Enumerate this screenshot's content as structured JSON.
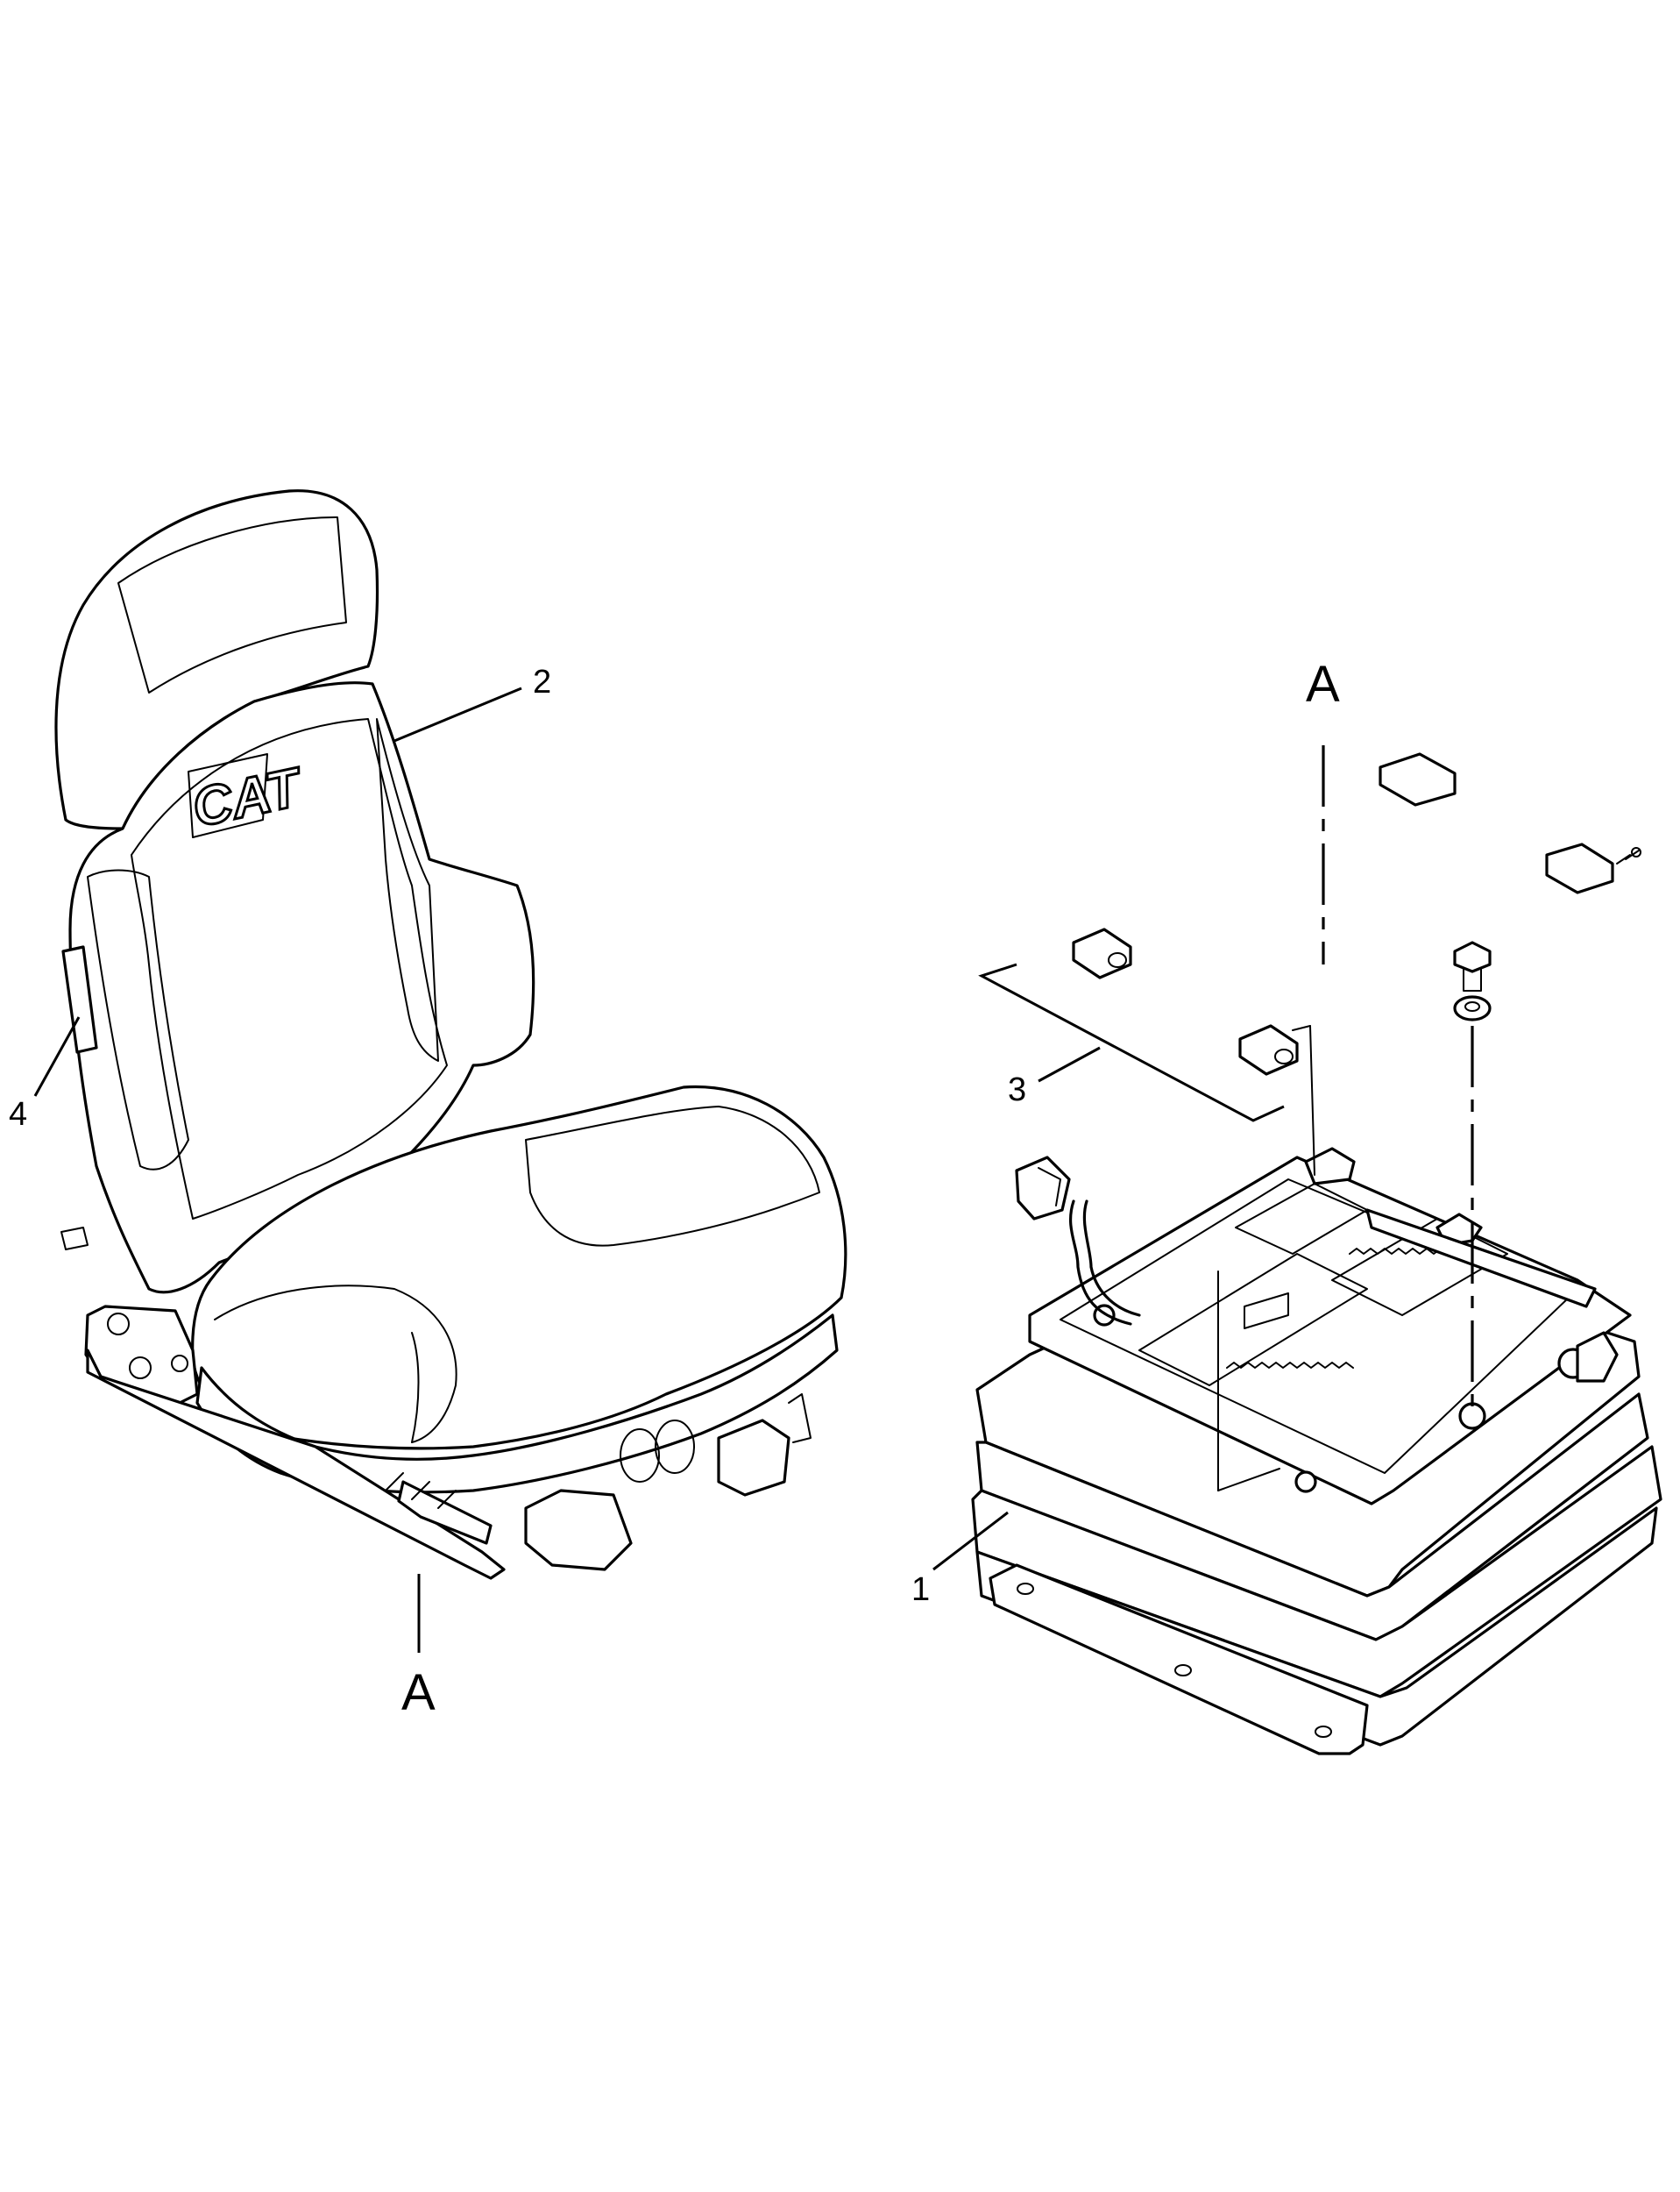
{
  "callouts": {
    "c1": "1",
    "c2": "2",
    "c3": "3",
    "c4": "4"
  },
  "refs": {
    "left": "A",
    "right": "A"
  },
  "brand_logo_text": "CAT"
}
